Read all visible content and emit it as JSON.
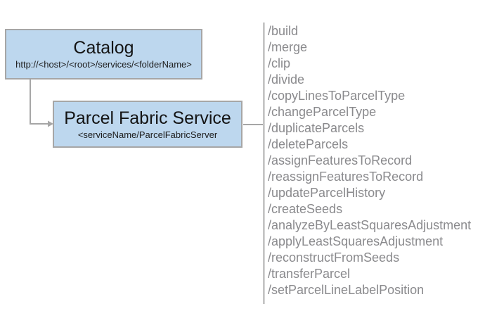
{
  "diagram": {
    "catalog_box": {
      "title": "Catalog",
      "subtitle": "http://<host>/<root>/services/<folderName>"
    },
    "service_box": {
      "title": "Parcel Fabric Service",
      "subtitle": "<serviceName/ParcelFabricServer"
    },
    "endpoints": [
      "/build",
      "/merge",
      "/clip",
      "/divide",
      "/copyLinesToParcelType",
      "/changeParcelType",
      "/duplicateParcels",
      "/deleteParcels",
      "/assignFeaturesToRecord",
      "/reassignFeaturesToRecord",
      "/updateParcelHistory",
      "/createSeeds",
      "/analyzeByLeastSquaresAdjustment",
      "/applyLeastSquaresAdjustment",
      "/reconstructFromSeeds",
      "/transferParcel",
      "/setParcelLineLabelPosition"
    ],
    "colors": {
      "box_fill": "#BDD7EE",
      "box_border": "#A6A6A6",
      "connector": "#A6A6A6",
      "divider": "#8C8C8C",
      "endpoint_text": "#8A8A8D",
      "box_text": "#141414"
    }
  }
}
